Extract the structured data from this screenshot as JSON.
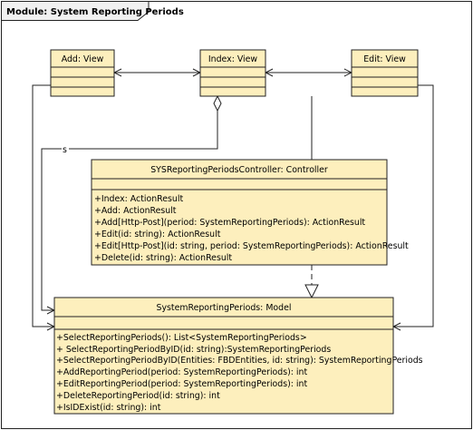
{
  "module_title": "Module: System Reporting Periods",
  "views": {
    "add": "Add: View",
    "index": "Index: View",
    "edit": "Edit: View"
  },
  "association_label": "s",
  "controller": {
    "title": "SYSReportingPeriodsController: Controller",
    "methods": [
      "+Index: ActionResult",
      "+Add: ActionResult",
      "+Add[Http-Post](period: SystemReportingPeriods): ActionResult",
      "+Edit(id: string): ActionResult",
      "+Edit[Http-Post](id: string, period: SystemReportingPeriods): ActionResult",
      "+Delete(id: string): ActionResult"
    ]
  },
  "model": {
    "title": "SystemReportingPeriods: Model",
    "methods": [
      "+SelectReportingPeriods(): List<SystemReportingPeriods>",
      "+ SelectReportingPeriodByID(id: string):SystemReportingPeriods",
      "+SelectReportingPeriodByID(Entities: FBDEntities, id: string): SystemReportingPeriods",
      "+AddReportingPeriod(period: SystemReportingPeriods): int",
      "+EditReportingPeriod(period: SystemReportingPeriods): int",
      "+DeleteReportingPeriod(id: string): int",
      "+IsIDExist(id: string): int"
    ]
  },
  "colors": {
    "class_fill": "#fdefbd",
    "module_tab_fill": "#f1f1f1",
    "line": "#222222"
  }
}
